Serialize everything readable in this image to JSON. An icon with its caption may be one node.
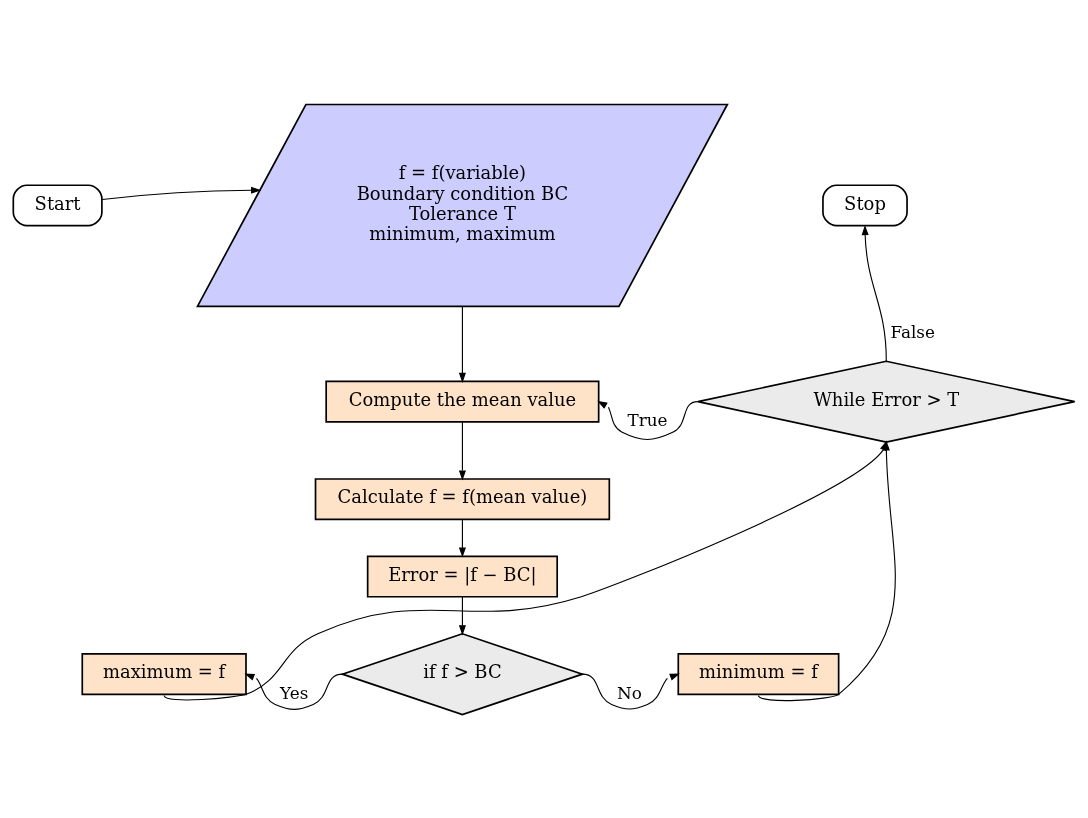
{
  "diagram": {
    "nodes": [
      {
        "text": [
          "Start"
        ]
      },
      {
        "text": [
          "f = f(variable)",
          "Boundary condition BC",
          "Tolerance T",
          "minimum, maximum"
        ]
      },
      {
        "text": [
          "Compute the mean value"
        ]
      },
      {
        "text": [
          "Calculate f = f(mean value)"
        ]
      },
      {
        "text": [
          "Error = |f − BC|"
        ]
      },
      {
        "text": [
          "if f > BC"
        ]
      },
      {
        "text": [
          "maximum = f"
        ]
      },
      {
        "text": [
          "minimum = f"
        ]
      },
      {
        "text": [
          "While Error > T"
        ]
      },
      {
        "text": [
          "Stop"
        ]
      }
    ],
    "edges": [
      {
        "from": 0,
        "to": 1,
        "arrow": "to"
      },
      {
        "from": 1,
        "to": 2,
        "arrow": "to"
      },
      {
        "from": 2,
        "to": 3,
        "arrow": "to"
      },
      {
        "from": 3,
        "to": 4,
        "arrow": "to"
      },
      {
        "from": 4,
        "to": 5,
        "arrow": "to"
      },
      {
        "from": 5,
        "to": 6,
        "label": "Yes",
        "arrow": "to"
      },
      {
        "from": 5,
        "to": 7,
        "label": "No",
        "arrow": "to"
      },
      {
        "from": 6,
        "to": 8,
        "arrow": "to"
      },
      {
        "from": 7,
        "to": 8,
        "arrow": "to"
      },
      {
        "from": 8,
        "to": 2,
        "label": "True",
        "arrow": "to"
      },
      {
        "from": 8,
        "to": 9,
        "label": "False",
        "arrow": "to"
      }
    ]
  }
}
